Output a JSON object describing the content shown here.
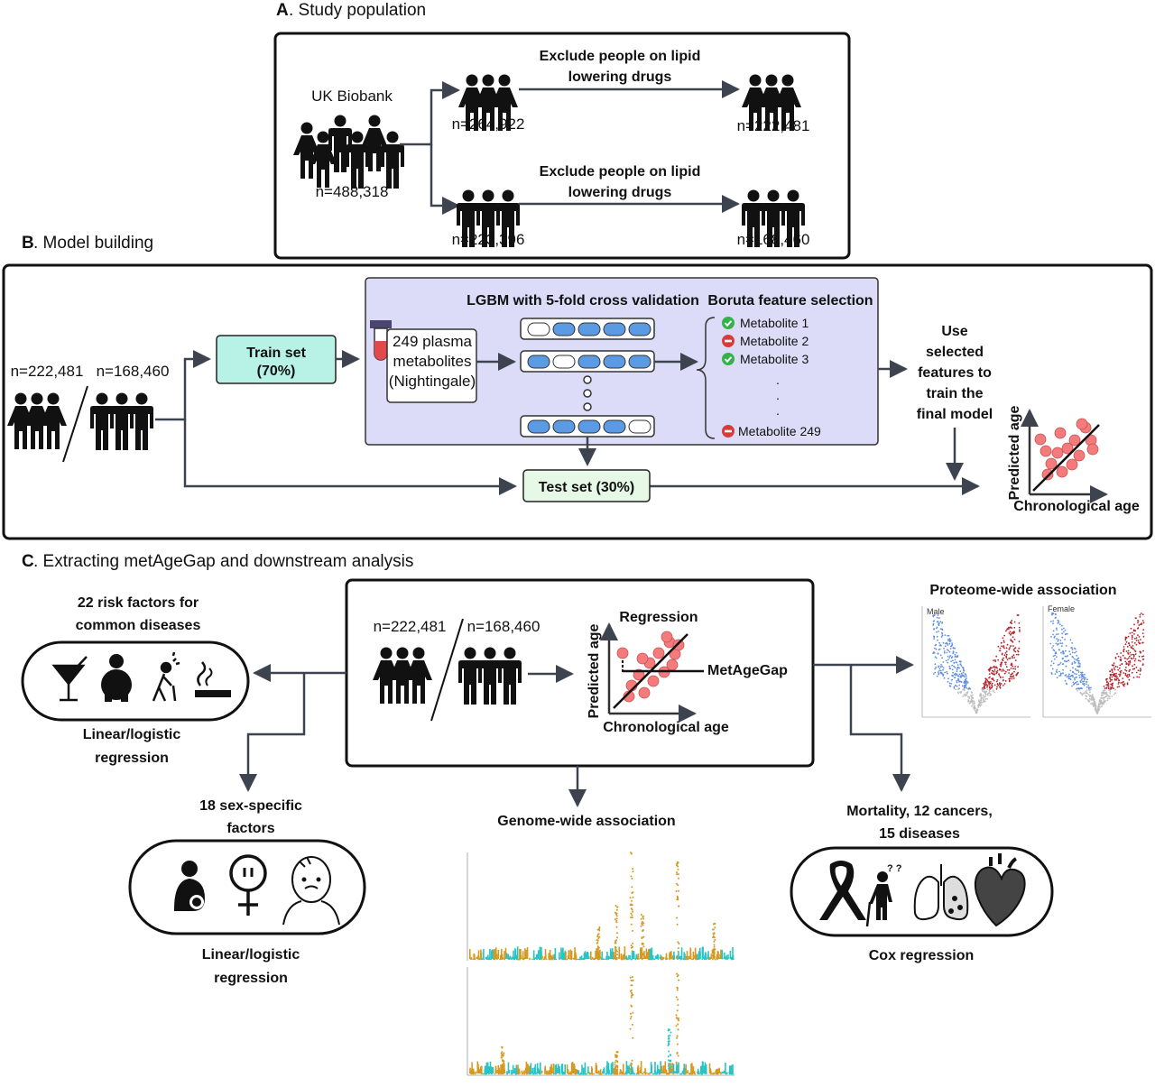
{
  "section_a": {
    "letter": "A",
    "title": ". Study population",
    "source": "UK Biobank",
    "n_total": "n=488,318",
    "n_female": "n=264,922",
    "n_male": "n=223,396",
    "exclude_line1": "Exclude people on lipid",
    "exclude_line2": "lowering drugs",
    "n_female_final": "n=222,481",
    "n_male_final": "n=168,460"
  },
  "section_b": {
    "letter": "B",
    "title": ". Model building",
    "n_female": "n=222,481",
    "n_male": "n=168,460",
    "train_line1": "Train set",
    "train_line2": "(70%)",
    "test_label": "Test set (30%)",
    "metab_line1": "249 plasma",
    "metab_line2": "metabolites",
    "metab_line3": "(Nightingale)",
    "lgbm_label": "LGBM with 5-fold cross validation",
    "boruta_label": "Boruta feature selection",
    "metabolites": [
      {
        "label": "Metabolite 1",
        "status": "check"
      },
      {
        "label": "Metabolite 2",
        "status": "minus"
      },
      {
        "label": "Metabolite 3",
        "status": "check"
      },
      {
        "label": "Metabolite 249",
        "status": "minus"
      }
    ],
    "ellipsis": ".",
    "use_lines": [
      "Use",
      "selected",
      "features to",
      "train the",
      "final model"
    ],
    "plot_ylabel": "Predicted age",
    "plot_xlabel": "Chronological age"
  },
  "section_c": {
    "letter": "C",
    "title": ". Extracting metAgeGap and downstream analysis",
    "n_female": "n=222,481",
    "n_male": "n=168,460",
    "regression_label": "Regression",
    "metagegap_label": "MetAgeGap",
    "plot_ylabel": "Predicted age",
    "plot_xlabel": "Chronological age",
    "risk_line1": "22  risk factors for",
    "risk_line2": "common diseases",
    "risk_method_line1": "Linear/logistic",
    "risk_method_line2": "regression",
    "sex_line1": "18 sex-specific",
    "sex_line2": "factors",
    "sex_method_line1": "Linear/logistic",
    "sex_method_line2": "regression",
    "gwas_label": "Genome-wide association",
    "proteome_label": "Proteome-wide association",
    "volcano_male": "Male",
    "volcano_female": "Female",
    "mort_line1": "Mortality, 12 cancers,",
    "mort_line2": "15 diseases",
    "cox_label": "Cox regression"
  },
  "colors": {
    "panel_fill": "#dcdcf9",
    "train_fill": "#b8f1e6",
    "test_fill": "#e6f8e6",
    "node_blue": "#5b9be3",
    "point_red": "#f37b7b",
    "volcano_blue": "#5f8fe0",
    "volcano_red": "#b3242b",
    "manhattan_gold": "#d4991e",
    "manhattan_teal": "#28c4c4",
    "arrow": "#3d4450"
  },
  "icons": {
    "people": "people-icon",
    "cocktail": "cocktail-icon",
    "obesity": "obesity-icon",
    "elderly": "elderly-icon",
    "cigarette": "cigarette-icon",
    "breastfeeding": "breastfeeding-icon",
    "female_symbol": "female-symbol-icon",
    "headache": "headache-icon",
    "ribbon": "cancer-ribbon-icon",
    "dementia": "dementia-icon",
    "lungs": "lungs-icon",
    "heart": "heart-icon",
    "test_tube": "test-tube-icon"
  }
}
